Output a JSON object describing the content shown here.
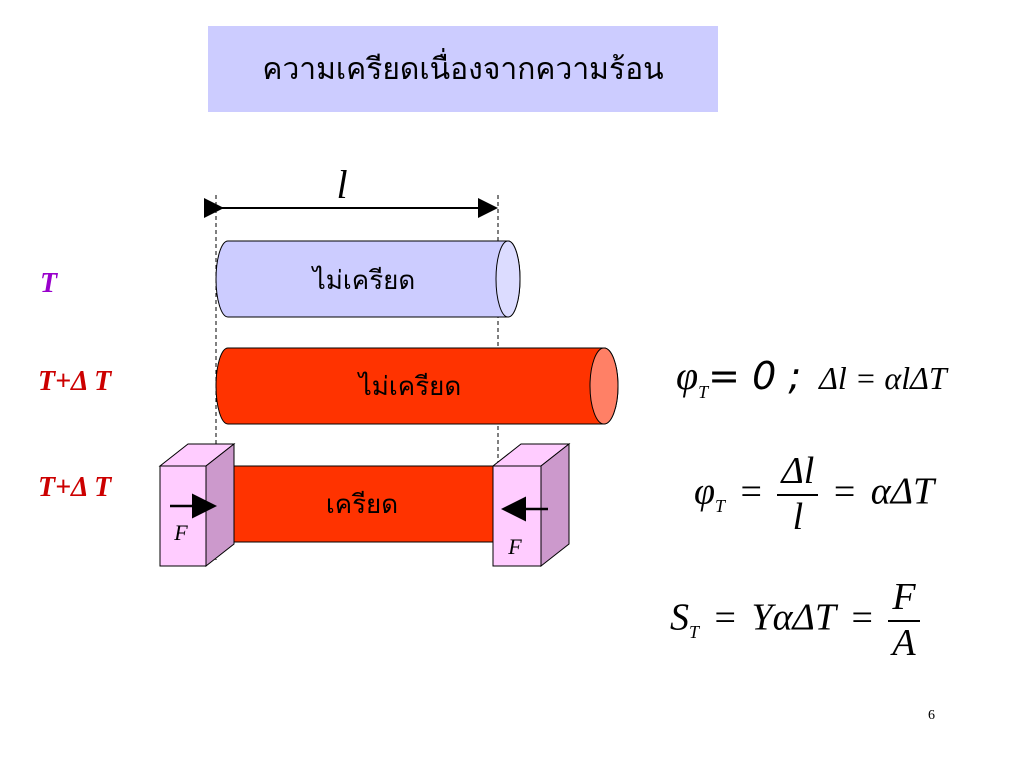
{
  "title": "ความเครียดเนื่องจากความร้อน",
  "length_label": "l",
  "rows": [
    {
      "temp_label": "T",
      "rod_label": "ไม่เครียด",
      "color": "#ccccff"
    },
    {
      "temp_label": "T+Δ T",
      "rod_label": "ไม่เครียด",
      "color": "#ff3300"
    },
    {
      "temp_label": "T+Δ T",
      "rod_label": "เครียด",
      "color": "#ff3300"
    }
  ],
  "force_labels": [
    "F",
    "F"
  ],
  "colors": {
    "temp_T": "#9900cc",
    "temp_hot": "#cc0000",
    "rod_cool": "#ccccff",
    "rod_hot": "#ff3300",
    "rod_hot_end": "#ff8066",
    "clamp": "#ffccff",
    "clamp_side": "#cc99cc",
    "title_bg": "#ccccff"
  },
  "formulas": {
    "f1": {
      "phi": "φ",
      "sub": "T",
      "eq": "= 0 ;",
      "rhs": "Δl = αlΔT"
    },
    "f2": {
      "phi": "φ",
      "sub": "T",
      "eq1": "=",
      "num": "Δl",
      "den": "l",
      "eq2": "=",
      "rhs": "αΔT"
    },
    "f3": {
      "s": "S",
      "sub": "T",
      "eq1": "=",
      "mid": "YαΔT",
      "eq2": "=",
      "num": "F",
      "den": "A"
    }
  },
  "slide_number": "6"
}
